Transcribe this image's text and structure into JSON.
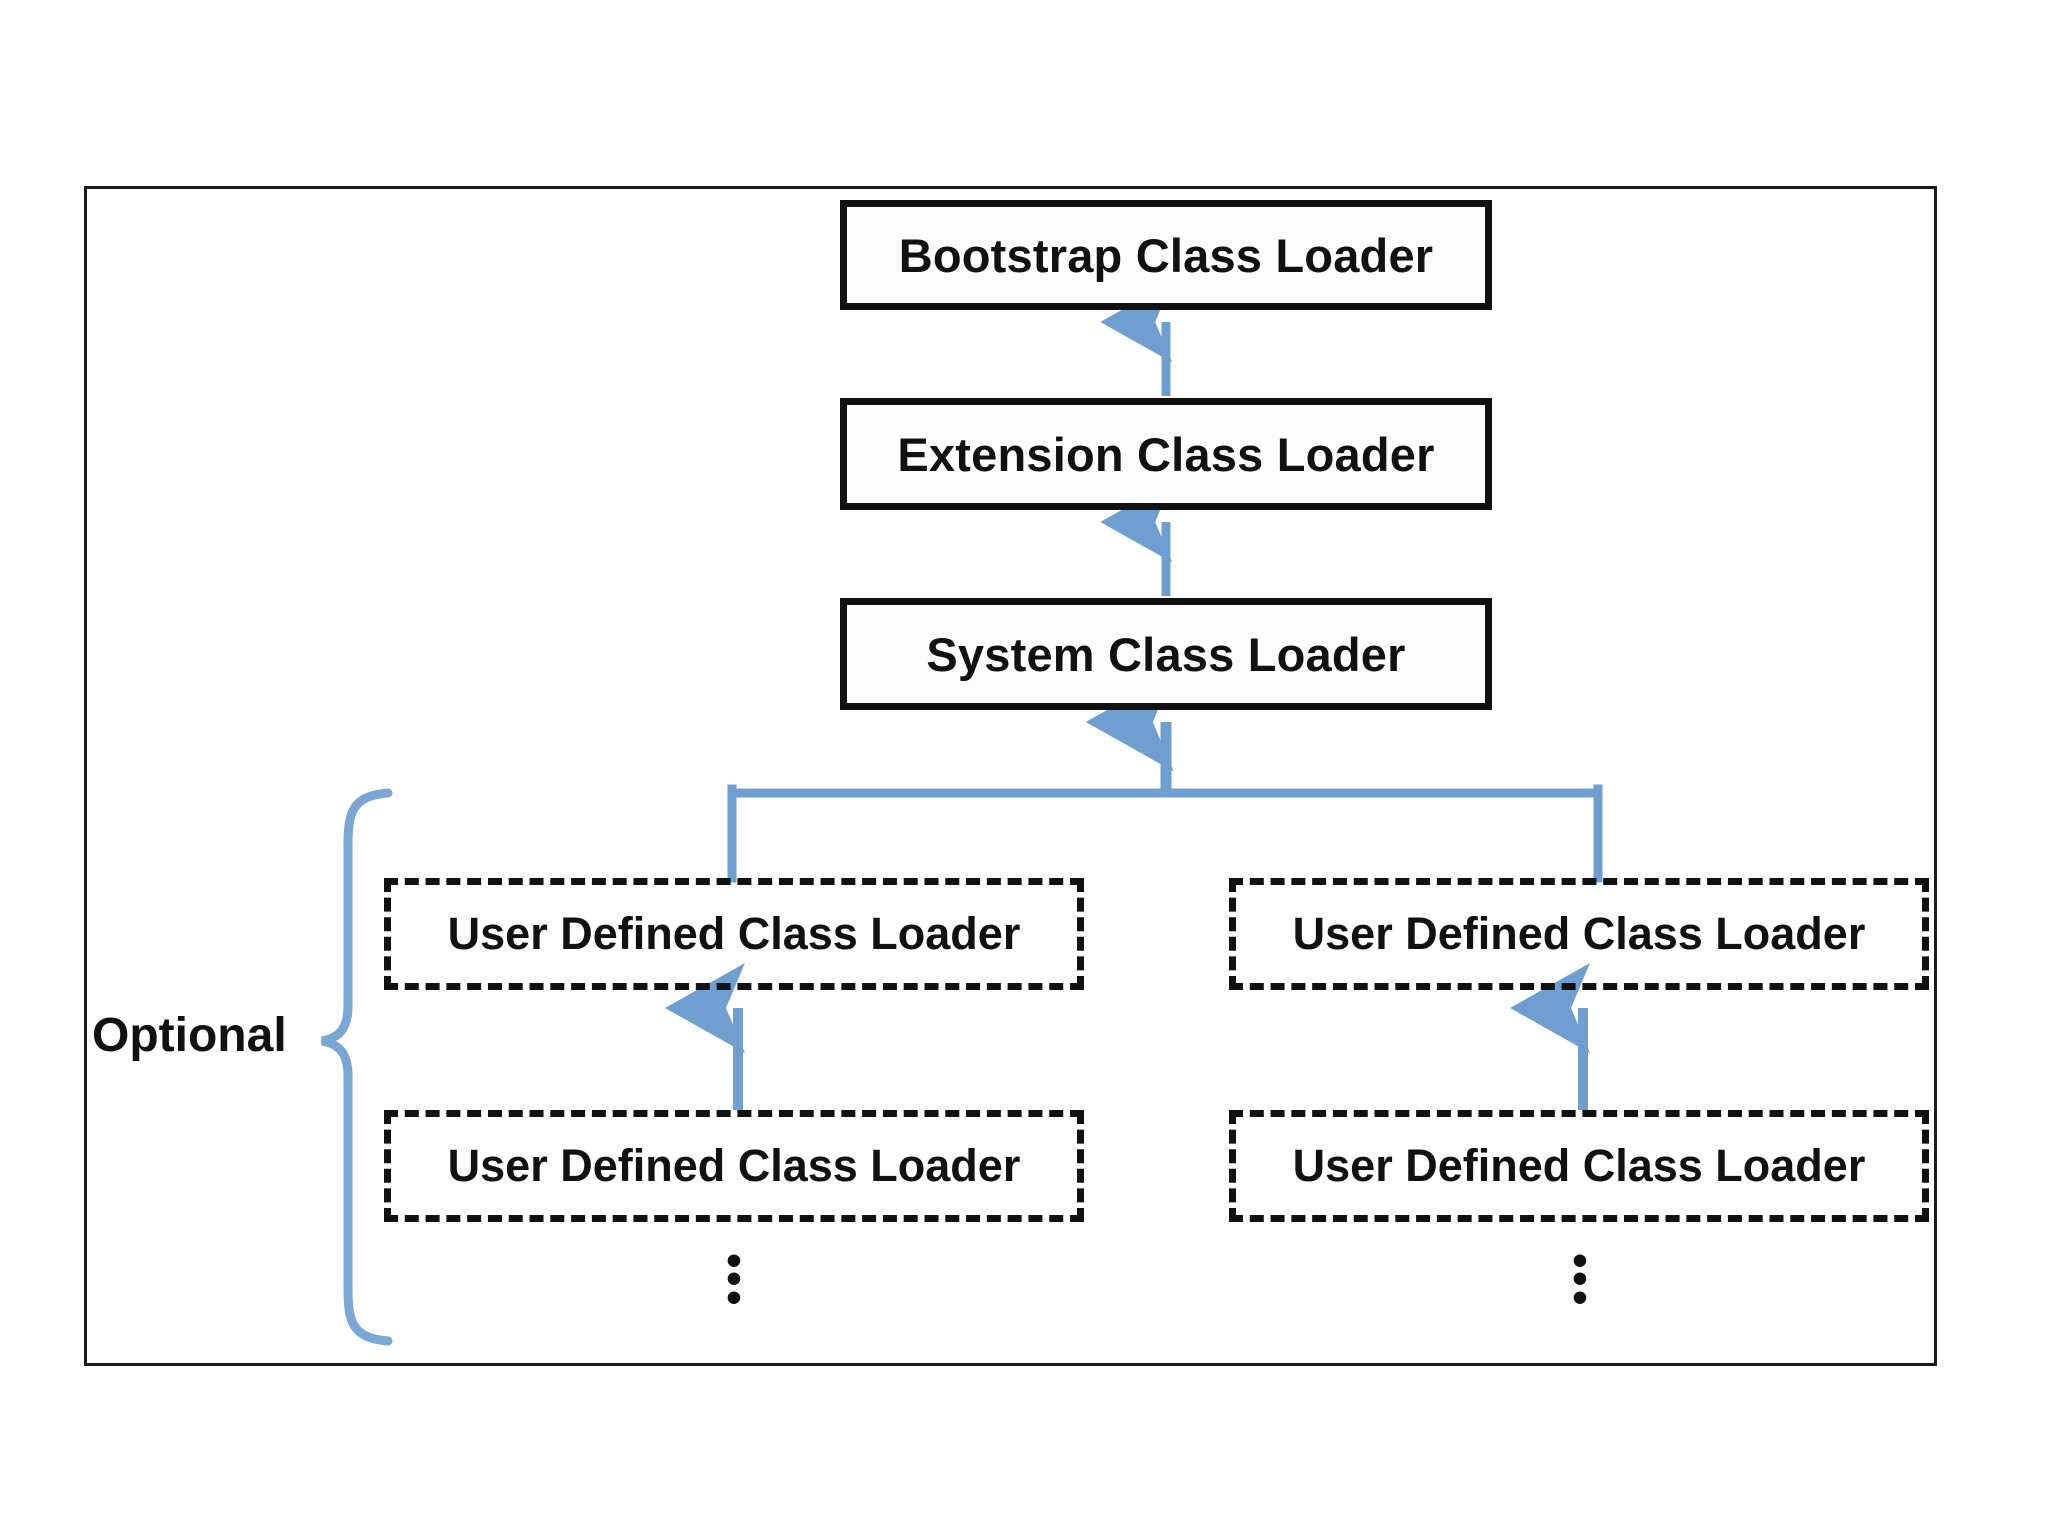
{
  "diagram": {
    "title_text": "",
    "frame": {
      "border_color": "#1a1a1a"
    },
    "colors": {
      "box_border": "#111111",
      "text": "#111111",
      "arrow_blue": "#6f9fd0",
      "brace_blue": "#7ba7d4",
      "background": "#ffffff"
    },
    "hierarchy": {
      "bootstrap": {
        "label": "Bootstrap Class Loader",
        "style": "solid"
      },
      "extension": {
        "label": "Extension Class Loader",
        "style": "solid"
      },
      "system": {
        "label": "System Class Loader",
        "style": "solid"
      }
    },
    "user_defined": {
      "style": "dashed",
      "left_column": [
        {
          "label": "User Defined Class Loader"
        },
        {
          "label": "User Defined Class Loader"
        }
      ],
      "right_column": [
        {
          "label": "User Defined Class Loader"
        },
        {
          "label": "User Defined Class Loader"
        }
      ],
      "continuation_marker": "⋮"
    },
    "annotations": {
      "optional_label": "Optional",
      "optional_brace": "{"
    },
    "arrows": [
      {
        "from": "extension",
        "to": "bootstrap",
        "direction": "up"
      },
      {
        "from": "system",
        "to": "extension",
        "direction": "up"
      },
      {
        "from": "user_defined_row1",
        "to": "system",
        "direction": "up"
      },
      {
        "from": "user_defined_left_row2",
        "to": "user_defined_left_row1",
        "direction": "up"
      },
      {
        "from": "user_defined_right_row2",
        "to": "user_defined_right_row1",
        "direction": "up"
      }
    ],
    "ellipsis_dots": [
      "•",
      "•",
      "•"
    ]
  }
}
